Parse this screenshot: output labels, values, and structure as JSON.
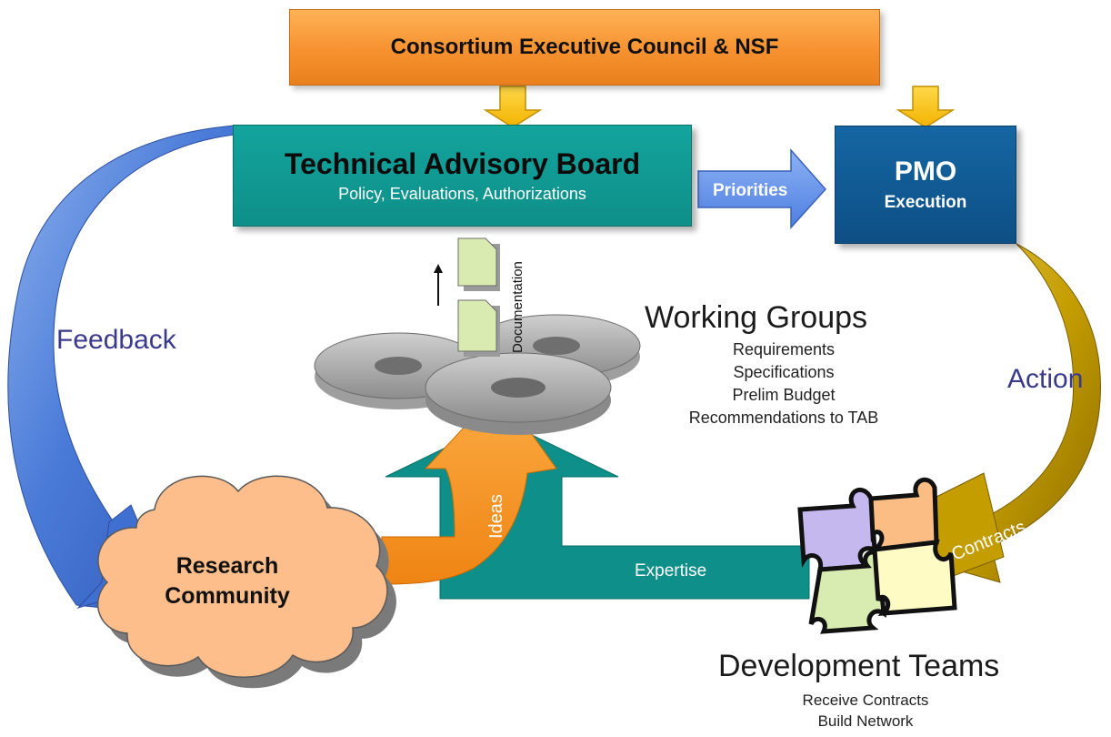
{
  "council": {
    "label": "Consortium Executive Council & NSF"
  },
  "tab": {
    "title": "Technical Advisory Board",
    "subtitle": "Policy, Evaluations, Authorizations"
  },
  "pmo": {
    "title": "PMO",
    "subtitle": "Execution"
  },
  "priorities": {
    "label": "Priorities"
  },
  "documentation": {
    "label": "Documentation"
  },
  "working_groups": {
    "title": "Working Groups",
    "items": [
      "Requirements",
      "Specifications",
      "Prelim Budget",
      "Recommendations to TAB"
    ]
  },
  "feedback": {
    "label": "Feedback"
  },
  "action": {
    "label": "Action"
  },
  "ideas": {
    "label": "Ideas"
  },
  "expertise": {
    "label": "Expertise"
  },
  "contracts": {
    "label": "Contracts"
  },
  "research_community": {
    "line1": "Research",
    "line2": "Community"
  },
  "development_teams": {
    "title": "Development Teams",
    "items": [
      "Receive Contracts",
      "Build Network"
    ]
  },
  "colors": {
    "council": "#f7912f",
    "tab": "#0e8f89",
    "pmo": "#0d4f85",
    "feedback_arrow": "#3f6fd0",
    "contracts_arrow": "#c9a400",
    "ideas_arrow": "#f7901e",
    "expertise_arrow": "#0e8f89",
    "cloud": "#fdbe8b",
    "label_blue": "#3a3a8c"
  }
}
